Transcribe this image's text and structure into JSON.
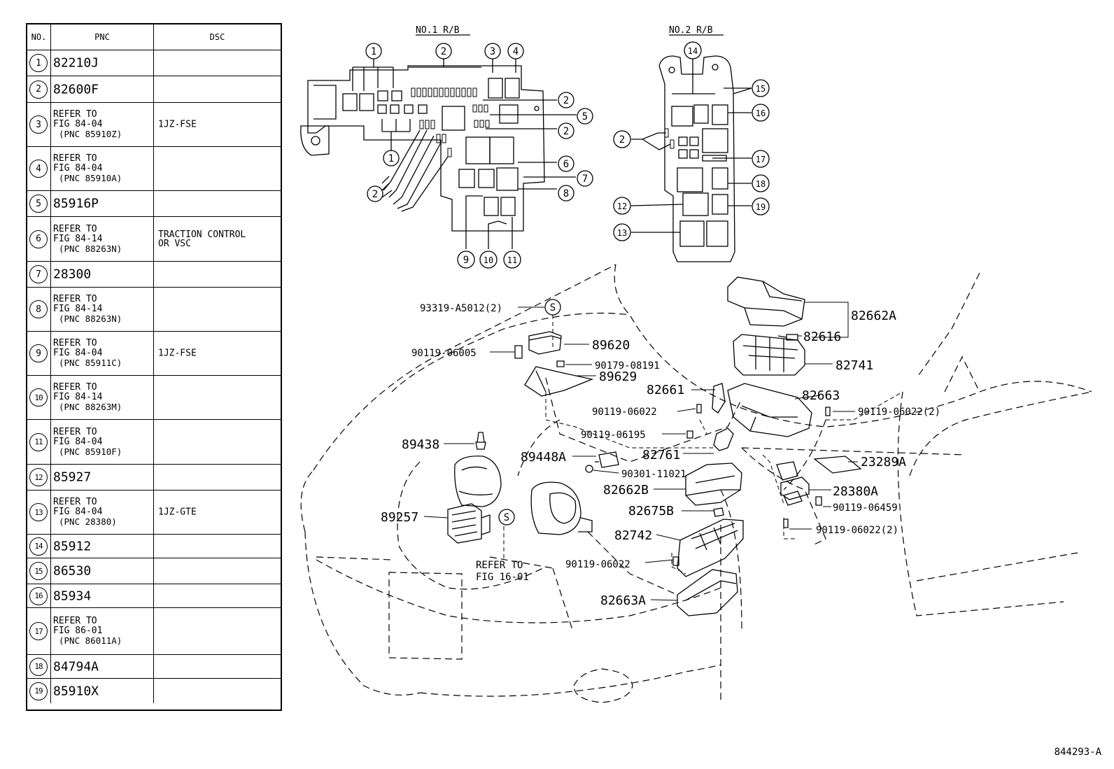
{
  "table": {
    "headers": {
      "no": "NO.",
      "pnc": "PNC",
      "dsc": "DSC"
    },
    "rows": [
      {
        "no": "1",
        "pnc": "82210J",
        "dsc": ""
      },
      {
        "no": "2",
        "pnc": "82600F",
        "dsc": ""
      },
      {
        "no": "3",
        "pnc_ref": [
          "REFER TO",
          "FIG 84-04",
          "(PNC 85910Z)"
        ],
        "dsc": "1JZ-FSE"
      },
      {
        "no": "4",
        "pnc_ref": [
          "REFER TO",
          "FIG 84-04",
          "(PNC 85910A)"
        ],
        "dsc": ""
      },
      {
        "no": "5",
        "pnc": "85916P",
        "dsc": ""
      },
      {
        "no": "6",
        "pnc_ref": [
          "REFER TO",
          "FIG 84-14",
          "(PNC 88263N)"
        ],
        "dsc_lines": [
          "TRACTION CONTROL",
          "OR VSC"
        ]
      },
      {
        "no": "7",
        "pnc": "28300",
        "dsc": ""
      },
      {
        "no": "8",
        "pnc_ref": [
          "REFER TO",
          "FIG 84-14",
          "(PNC 88263N)"
        ],
        "dsc": ""
      },
      {
        "no": "9",
        "pnc_ref": [
          "REFER TO",
          "FIG 84-04",
          "(PNC 85911C)"
        ],
        "dsc": "1JZ-FSE"
      },
      {
        "no": "10",
        "pnc_ref": [
          "REFER TO",
          "FIG 84-14",
          "(PNC 88263M)"
        ],
        "dsc": ""
      },
      {
        "no": "11",
        "pnc_ref": [
          "REFER TO",
          "FIG 84-04",
          "(PNC 85910F)"
        ],
        "dsc": ""
      },
      {
        "no": "12",
        "pnc": "85927",
        "dsc": ""
      },
      {
        "no": "13",
        "pnc_ref": [
          "REFER TO",
          "FIG 84-04",
          "(PNC 28380)"
        ],
        "dsc": "1JZ-GTE"
      },
      {
        "no": "14",
        "pnc": "85912",
        "dsc": ""
      },
      {
        "no": "15",
        "pnc": "86530",
        "dsc": ""
      },
      {
        "no": "16",
        "pnc": "85934",
        "dsc": ""
      },
      {
        "no": "17",
        "pnc_ref": [
          "REFER TO",
          "FIG 86-01",
          "(PNC 86011A)"
        ],
        "dsc": ""
      },
      {
        "no": "18",
        "pnc": "84794A",
        "dsc": ""
      },
      {
        "no": "19",
        "pnc": "85910X",
        "dsc": ""
      }
    ]
  },
  "rb1": {
    "title": "NO.1 R/B",
    "callouts": [
      "1",
      "2",
      "3",
      "4",
      "2",
      "5",
      "2",
      "1",
      "6",
      "7",
      "2",
      "8",
      "9",
      "10",
      "11"
    ]
  },
  "rb2": {
    "title": "NO.2 R/B",
    "callouts": [
      "14",
      "15",
      "16",
      "2",
      "17",
      "18",
      "12",
      "19",
      "13"
    ]
  },
  "parts": [
    "93319-A5012(2)",
    "89620",
    "90119-06005",
    "90179-08191",
    "89629",
    "82662A",
    "82616",
    "82741",
    "82661",
    "82663",
    "90119-06022",
    "90119-06022(2)",
    "90119-06195",
    "82761",
    "89438",
    "89448A",
    "90301-11021",
    "23289A",
    "82662B",
    "28380A",
    "82675B",
    "90119-06459",
    "89257",
    "82742",
    "90119-06022(2)",
    "90119-06022",
    "82663A"
  ],
  "s_marks": [
    "S",
    "S"
  ],
  "refer_note": [
    "REFER TO",
    "FIG 16-01"
  ],
  "figure_id": "844293-A"
}
